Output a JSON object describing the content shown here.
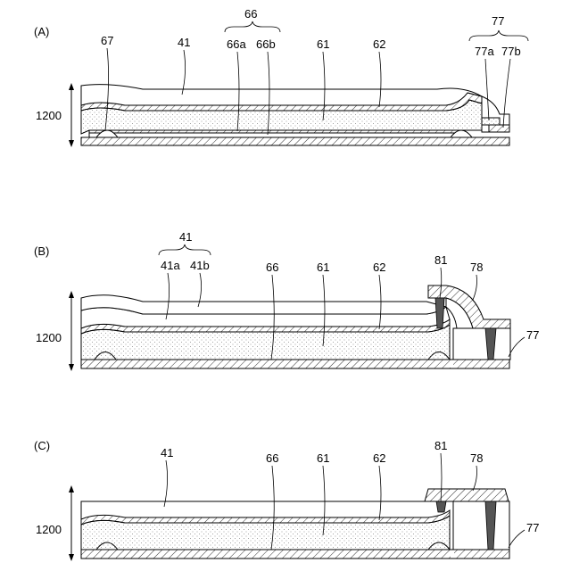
{
  "panels": [
    {
      "letter": "(A)",
      "dimension": "1200",
      "labels": {
        "group_top": "66",
        "group_right": "77",
        "l67": "67",
        "l41": "41",
        "l66a": "66a",
        "l66b": "66b",
        "l61": "61",
        "l62": "62",
        "l77a": "77a",
        "l77b": "77b"
      }
    },
    {
      "letter": "(B)",
      "dimension": "1200",
      "labels": {
        "group_top": "41",
        "l41a": "41a",
        "l41b": "41b",
        "l66": "66",
        "l61": "61",
        "l62": "62",
        "l81": "81",
        "l78": "78",
        "l77": "77"
      }
    },
    {
      "letter": "(C)",
      "dimension": "1200",
      "labels": {
        "l41": "41",
        "l66": "66",
        "l61": "61",
        "l62": "62",
        "l81": "81",
        "l78": "78",
        "l77": "77"
      }
    }
  ]
}
